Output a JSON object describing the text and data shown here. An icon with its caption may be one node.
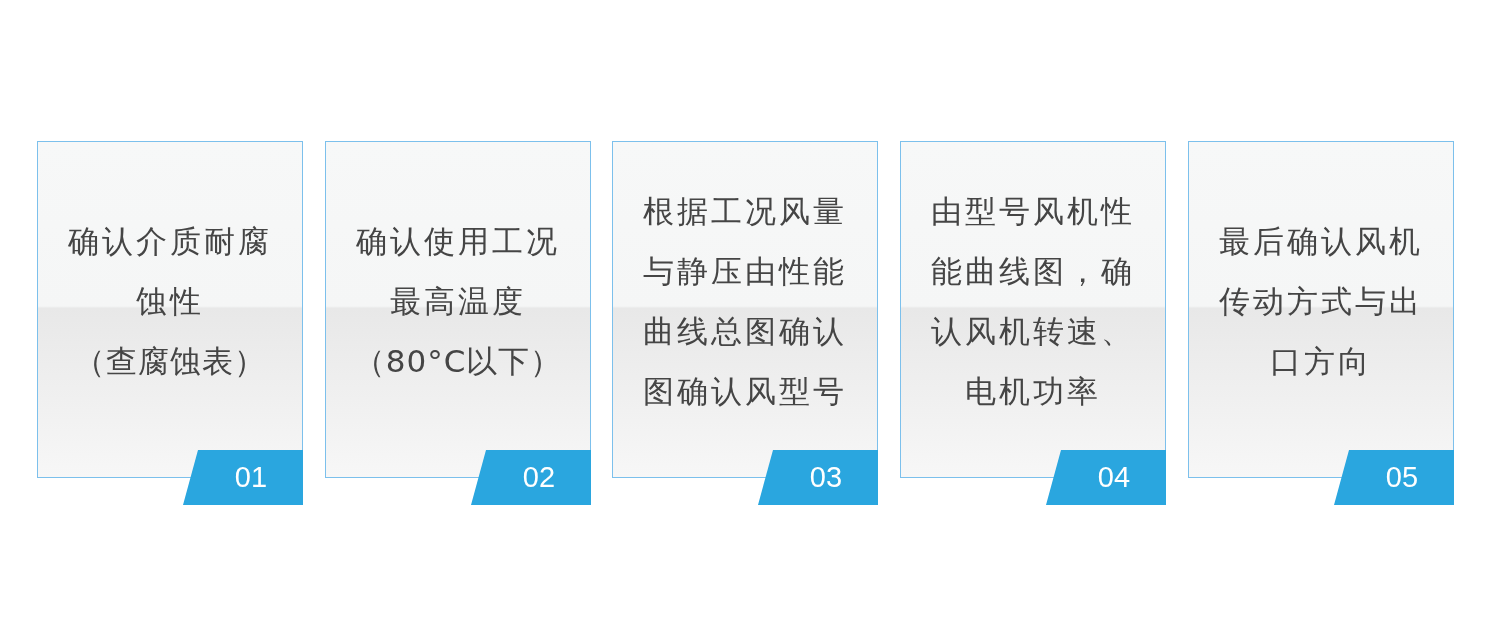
{
  "diagram": {
    "nodes": [
      {
        "text": [
          "确认介质耐腐蚀性",
          "（查腐蚀表）"
        ]
      },
      {
        "text": [
          "01"
        ]
      },
      {
        "text": [
          "确认使用工况最高温度",
          "（80°C以下）"
        ]
      },
      {
        "text": [
          "02"
        ]
      },
      {
        "text": [
          "根据工况风量与静压由性能曲线总图确认图确认风型号"
        ]
      },
      {
        "text": [
          "03"
        ]
      },
      {
        "text": [
          "由型号风机性能曲线图，确认风机转速、电机功率"
        ]
      },
      {
        "text": [
          "04"
        ]
      },
      {
        "text": [
          "最后确认风机传动方式与出口方向"
        ]
      },
      {
        "text": [
          "05"
        ]
      }
    ]
  }
}
